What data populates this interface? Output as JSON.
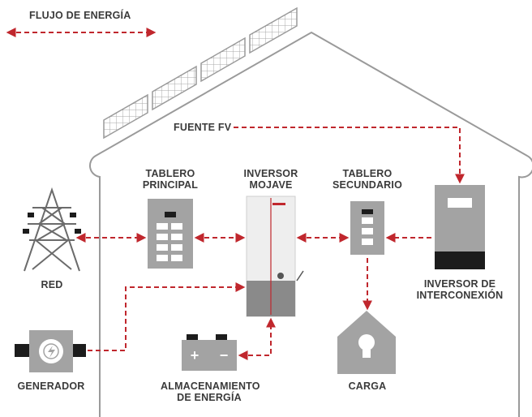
{
  "legend": {
    "label": "FLUJO DE ENERGÍA"
  },
  "labels": {
    "pv_source": "FUENTE FV",
    "main_panel": [
      "TABLERO",
      "PRINCIPAL"
    ],
    "inverter": [
      "INVERSOR",
      "MOJAVE"
    ],
    "sub_panel": [
      "TABLERO",
      "SECUNDARIO"
    ],
    "grid": "RED",
    "grid_tie_inverter": [
      "INVERSOR DE",
      "INTERCONEXIÓN"
    ],
    "generator": "GENERADOR",
    "storage": [
      "ALMACENAMIENTO",
      "DE ENERGÍA"
    ],
    "load": "CARGA"
  },
  "battery_terminals": {
    "plus": "+",
    "minus": "−"
  },
  "colors": {
    "flow": "#c0272d",
    "label_text": "#3a3a3a",
    "outline": "#9a9a9a",
    "panel_gray": "#a3a3a3",
    "dark": "#1c1c1c"
  }
}
